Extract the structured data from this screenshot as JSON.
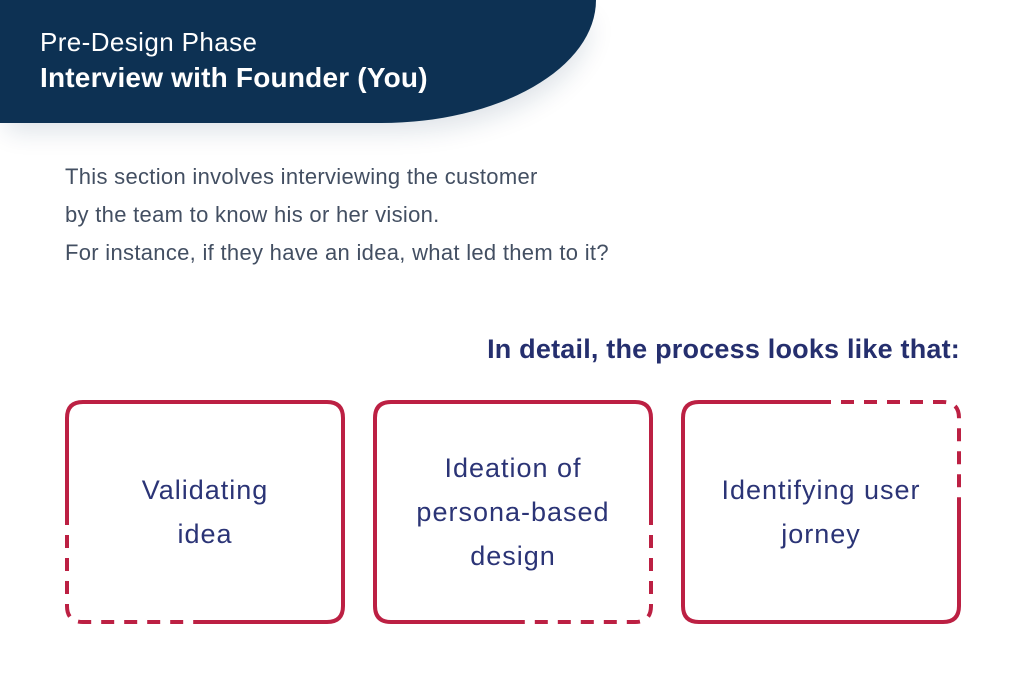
{
  "header": {
    "eyebrow": "Pre-Design Phase",
    "title": "Interview with Founder (You)"
  },
  "intro": {
    "text": "This section involves interviewing the customer\nby the team to know his or her vision.\nFor instance, if they have an idea, what led them to it?"
  },
  "process": {
    "heading": "In detail, the process looks like that:",
    "steps": [
      {
        "label": "Validating\nidea",
        "border_style": "dashed-lower-left"
      },
      {
        "label": "Ideation of\npersona-based\ndesign",
        "border_style": "dashed-lower-right"
      },
      {
        "label": "Identifying user\njorney",
        "border_style": "dashed-upper-right"
      }
    ]
  },
  "colors": {
    "banner_navy": "#0d3153",
    "accent_red": "#bc2043",
    "heading_indigo": "#252f6e",
    "step_text_indigo": "#2b3476",
    "body_slate": "#434f62"
  }
}
